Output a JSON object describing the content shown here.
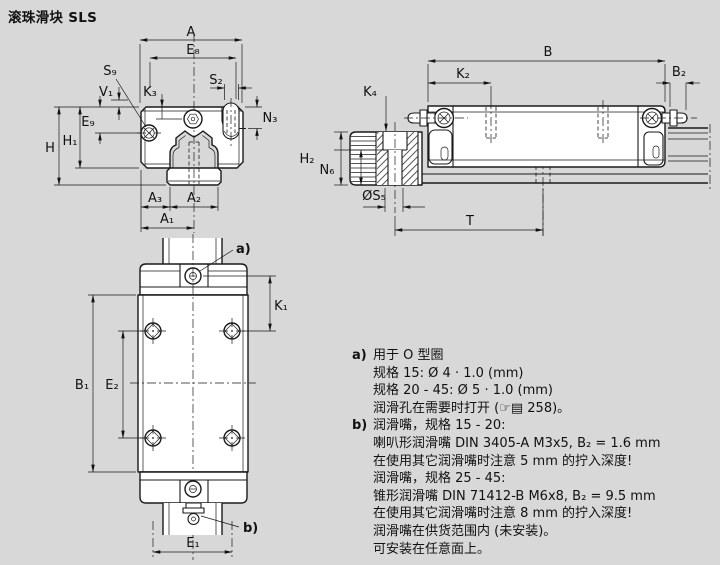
{
  "title": "滚珠滑块 SLS",
  "front_view": {
    "dim_a": "A",
    "dim_e8": "E₈",
    "dim_s9": "S₉",
    "dim_v1": "V₁",
    "dim_k3": "K₃",
    "dim_s2": "S₂",
    "dim_n3": "N₃",
    "dim_e9": "E₉",
    "dim_h1": "H₁",
    "dim_h": "H",
    "dim_a3": "A₃",
    "dim_a2": "A₂",
    "dim_a1": "A₁"
  },
  "side_view": {
    "dim_b": "B",
    "dim_k2": "K₂",
    "dim_b2": "B₂",
    "dim_k4": "K₄",
    "dim_h2": "H₂",
    "dim_n6": "N₆",
    "dim_s5": "ØS₅",
    "dim_t": "T"
  },
  "top_view": {
    "dim_k1": "K₁",
    "dim_b1": "B₁",
    "dim_e2": "E₂",
    "dim_e1": "E₁",
    "callout_a": "a)",
    "callout_b": "b)"
  },
  "notes": {
    "a_marker": "a)",
    "a_lines": [
      "用于 O 型圈",
      "规格 15: Ø 4 · 1.0 (mm)",
      "规格 20 - 45: Ø 5 · 1.0 (mm)",
      "润滑孔在需要时打开 (☞▤ 258)。"
    ],
    "b_marker": "b)",
    "b_lines": [
      "润滑嘴，规格 15 - 20:",
      "喇叭形润滑嘴 DIN 3405-A M3x5, B₂ = 1.6 mm",
      "在使用其它润滑嘴时注意 5 mm 的拧入深度!",
      "润滑嘴，规格 25 - 45:",
      "锥形润滑嘴 DIN 71412-B M6x8, B₂ = 9.5 mm",
      "在使用其它润滑嘴时注意 8 mm 的拧入深度!",
      "润滑嘴在供货范围内 (未安装)。",
      "可安装在任意面上。"
    ]
  },
  "colors": {
    "background": "#d8d8d8",
    "line": "#1a1a1a",
    "material_fill": "#ffffff"
  }
}
